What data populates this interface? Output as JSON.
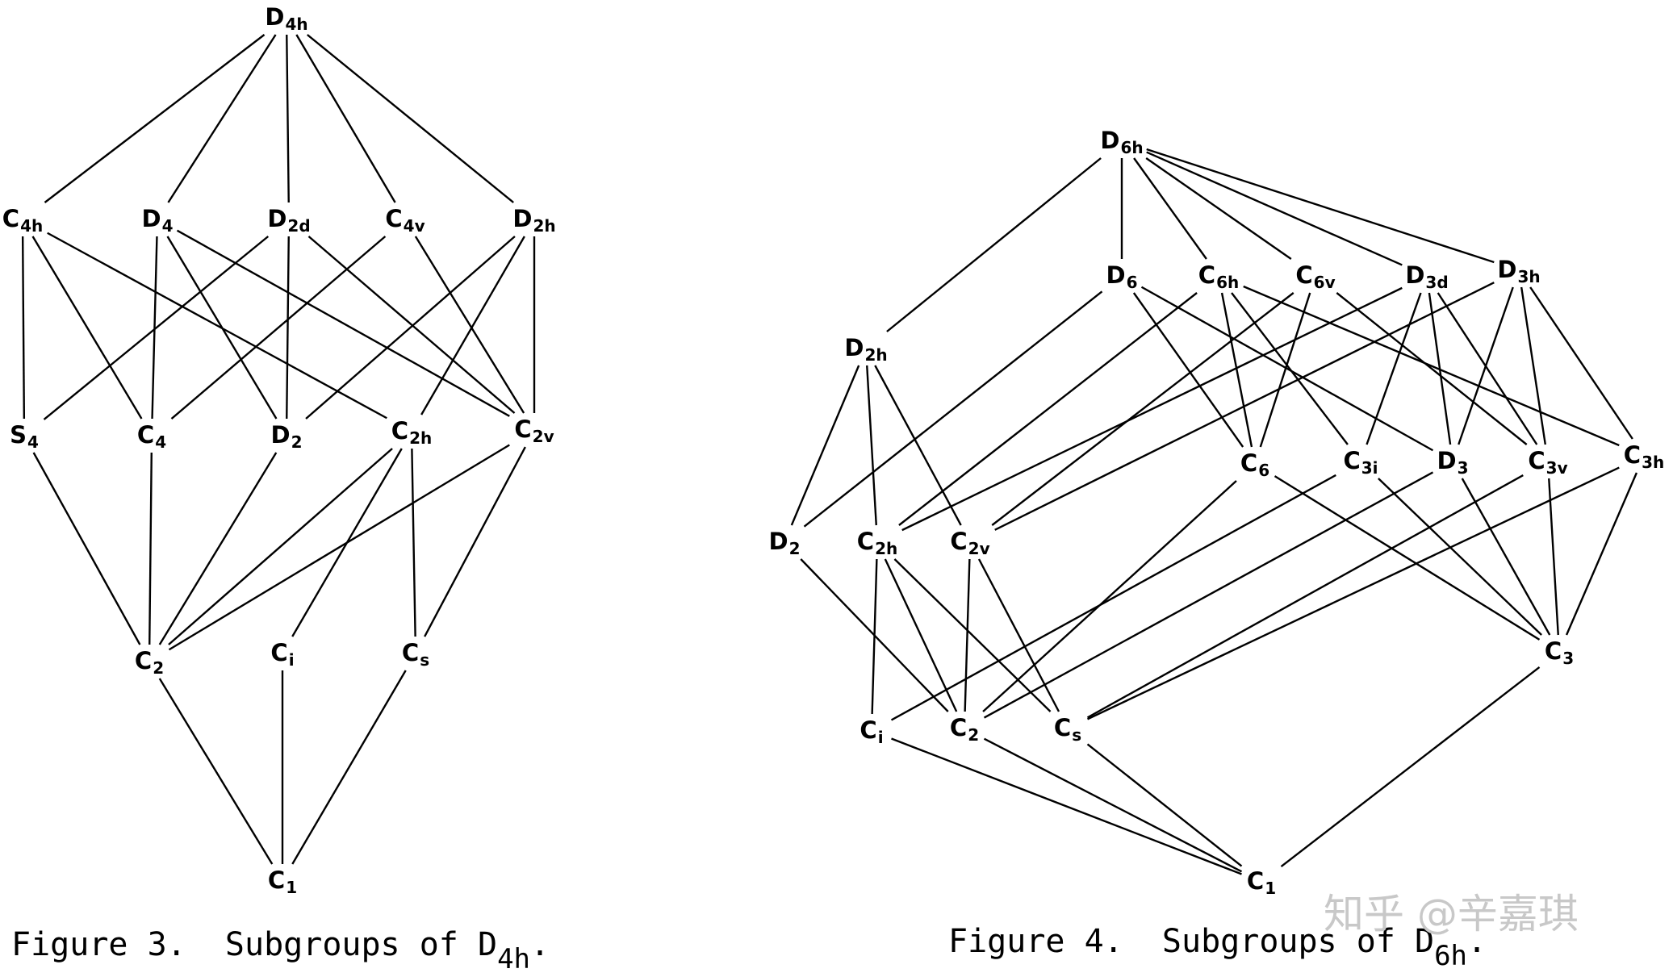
{
  "figures": [
    {
      "caption": {
        "prefix": "Figure 3.  Subgroups of D",
        "sub": "4h",
        "suffix": "."
      },
      "nodes": [
        {
          "id": "D4h",
          "base": "D",
          "sub": "4h"
        },
        {
          "id": "C4h",
          "base": "C",
          "sub": "4h"
        },
        {
          "id": "D4",
          "base": "D",
          "sub": "4"
        },
        {
          "id": "D2d",
          "base": "D",
          "sub": "2d"
        },
        {
          "id": "C4v",
          "base": "C",
          "sub": "4v"
        },
        {
          "id": "D2h",
          "base": "D",
          "sub": "2h"
        },
        {
          "id": "S4",
          "base": "S",
          "sub": "4"
        },
        {
          "id": "C4",
          "base": "C",
          "sub": "4"
        },
        {
          "id": "D2",
          "base": "D",
          "sub": "2"
        },
        {
          "id": "C2h",
          "base": "C",
          "sub": "2h"
        },
        {
          "id": "C2v",
          "base": "C",
          "sub": "2v"
        },
        {
          "id": "C2",
          "base": "C",
          "sub": "2"
        },
        {
          "id": "Ci",
          "base": "C",
          "sub": "i"
        },
        {
          "id": "Cs",
          "base": "C",
          "sub": "s"
        },
        {
          "id": "C1",
          "base": "C",
          "sub": "1"
        }
      ],
      "edges": [
        [
          "D4h",
          "C4h"
        ],
        [
          "D4h",
          "D4"
        ],
        [
          "D4h",
          "D2d"
        ],
        [
          "D4h",
          "C4v"
        ],
        [
          "D4h",
          "D2h"
        ],
        [
          "C4h",
          "S4"
        ],
        [
          "C4h",
          "C4"
        ],
        [
          "C4h",
          "C2h"
        ],
        [
          "D4",
          "C4"
        ],
        [
          "D4",
          "D2"
        ],
        [
          "D4",
          "C2v"
        ],
        [
          "D2d",
          "S4"
        ],
        [
          "D2d",
          "D2"
        ],
        [
          "D2d",
          "C2v"
        ],
        [
          "C4v",
          "C4"
        ],
        [
          "C4v",
          "C2v"
        ],
        [
          "D2h",
          "D2"
        ],
        [
          "D2h",
          "C2h"
        ],
        [
          "D2h",
          "C2v"
        ],
        [
          "S4",
          "C2"
        ],
        [
          "C4",
          "C2"
        ],
        [
          "D2",
          "C2"
        ],
        [
          "C2h",
          "C2"
        ],
        [
          "C2v",
          "C2"
        ],
        [
          "C2h",
          "Ci"
        ],
        [
          "C2h",
          "Cs"
        ],
        [
          "C2v",
          "Cs"
        ],
        [
          "C2",
          "C1"
        ],
        [
          "Ci",
          "C1"
        ],
        [
          "Cs",
          "C1"
        ]
      ]
    },
    {
      "caption": {
        "prefix": "Figure 4.  Subgroups of D",
        "sub": "6h",
        "suffix": "."
      },
      "nodes": [
        {
          "id": "D6h",
          "base": "D",
          "sub": "6h"
        },
        {
          "id": "D6",
          "base": "D",
          "sub": "6"
        },
        {
          "id": "C6h",
          "base": "C",
          "sub": "6h"
        },
        {
          "id": "C6v",
          "base": "C",
          "sub": "6v"
        },
        {
          "id": "D3d",
          "base": "D",
          "sub": "3d"
        },
        {
          "id": "D3h",
          "base": "D",
          "sub": "3h"
        },
        {
          "id": "D2h",
          "base": "D",
          "sub": "2h"
        },
        {
          "id": "C6",
          "base": "C",
          "sub": "6"
        },
        {
          "id": "C3i",
          "base": "C",
          "sub": "3i"
        },
        {
          "id": "D3",
          "base": "D",
          "sub": "3"
        },
        {
          "id": "C3v",
          "base": "C",
          "sub": "3v"
        },
        {
          "id": "C3h",
          "base": "C",
          "sub": "3h"
        },
        {
          "id": "D2",
          "base": "D",
          "sub": "2"
        },
        {
          "id": "C2h",
          "base": "C",
          "sub": "2h"
        },
        {
          "id": "C2v",
          "base": "C",
          "sub": "2v"
        },
        {
          "id": "C3",
          "base": "C",
          "sub": "3"
        },
        {
          "id": "Ci",
          "base": "C",
          "sub": "i"
        },
        {
          "id": "C2",
          "base": "C",
          "sub": "2"
        },
        {
          "id": "Cs",
          "base": "C",
          "sub": "s"
        },
        {
          "id": "C1",
          "base": "C",
          "sub": "1"
        }
      ],
      "edges": [
        [
          "D6h",
          "D6"
        ],
        [
          "D6h",
          "C6h"
        ],
        [
          "D6h",
          "C6v"
        ],
        [
          "D6h",
          "D3d"
        ],
        [
          "D6h",
          "D3h"
        ],
        [
          "D6h",
          "D2h"
        ],
        [
          "D6",
          "C6"
        ],
        [
          "D6",
          "D3"
        ],
        [
          "D6",
          "D2"
        ],
        [
          "C6h",
          "C6"
        ],
        [
          "C6h",
          "C3i"
        ],
        [
          "C6h",
          "C3h"
        ],
        [
          "C6h",
          "C2h"
        ],
        [
          "C6v",
          "C6"
        ],
        [
          "C6v",
          "C3v"
        ],
        [
          "C6v",
          "C2v"
        ],
        [
          "D3d",
          "C3i"
        ],
        [
          "D3d",
          "D3"
        ],
        [
          "D3d",
          "C3v"
        ],
        [
          "D3d",
          "C2h"
        ],
        [
          "D3h",
          "D3"
        ],
        [
          "D3h",
          "C3v"
        ],
        [
          "D3h",
          "C3h"
        ],
        [
          "D3h",
          "C2v"
        ],
        [
          "D2h",
          "D2"
        ],
        [
          "D2h",
          "C2h"
        ],
        [
          "D2h",
          "C2v"
        ],
        [
          "C6",
          "C3"
        ],
        [
          "C6",
          "C2"
        ],
        [
          "C3i",
          "C3"
        ],
        [
          "C3i",
          "Ci"
        ],
        [
          "D3",
          "C3"
        ],
        [
          "D3",
          "C2"
        ],
        [
          "C3v",
          "C3"
        ],
        [
          "C3v",
          "Cs"
        ],
        [
          "C3h",
          "C3"
        ],
        [
          "C3h",
          "Cs"
        ],
        [
          "D2",
          "C2"
        ],
        [
          "C2h",
          "Ci"
        ],
        [
          "C2h",
          "C2"
        ],
        [
          "C2h",
          "Cs"
        ],
        [
          "C2v",
          "C2"
        ],
        [
          "C2v",
          "Cs"
        ],
        [
          "C3",
          "C1"
        ],
        [
          "Ci",
          "C1"
        ],
        [
          "C2",
          "C1"
        ],
        [
          "Cs",
          "C1"
        ]
      ]
    }
  ],
  "watermark": "知乎 @辛嘉琪"
}
